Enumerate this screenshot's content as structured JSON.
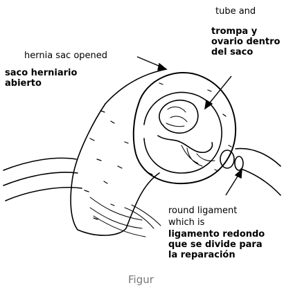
{
  "labels": {
    "tube_en": "tube and",
    "tube_es": "trompa y ovario dentro del saco",
    "hernia_en": "hernia sac opened",
    "hernia_es": "saco herniario abierto",
    "round_en": "round ligament",
    "which_en": "which is",
    "ligament_es": "ligamento redondo que se divide para la reparación"
  },
  "caption": "Figur",
  "colors": {
    "ink": "#000000",
    "caption": "#777777"
  }
}
